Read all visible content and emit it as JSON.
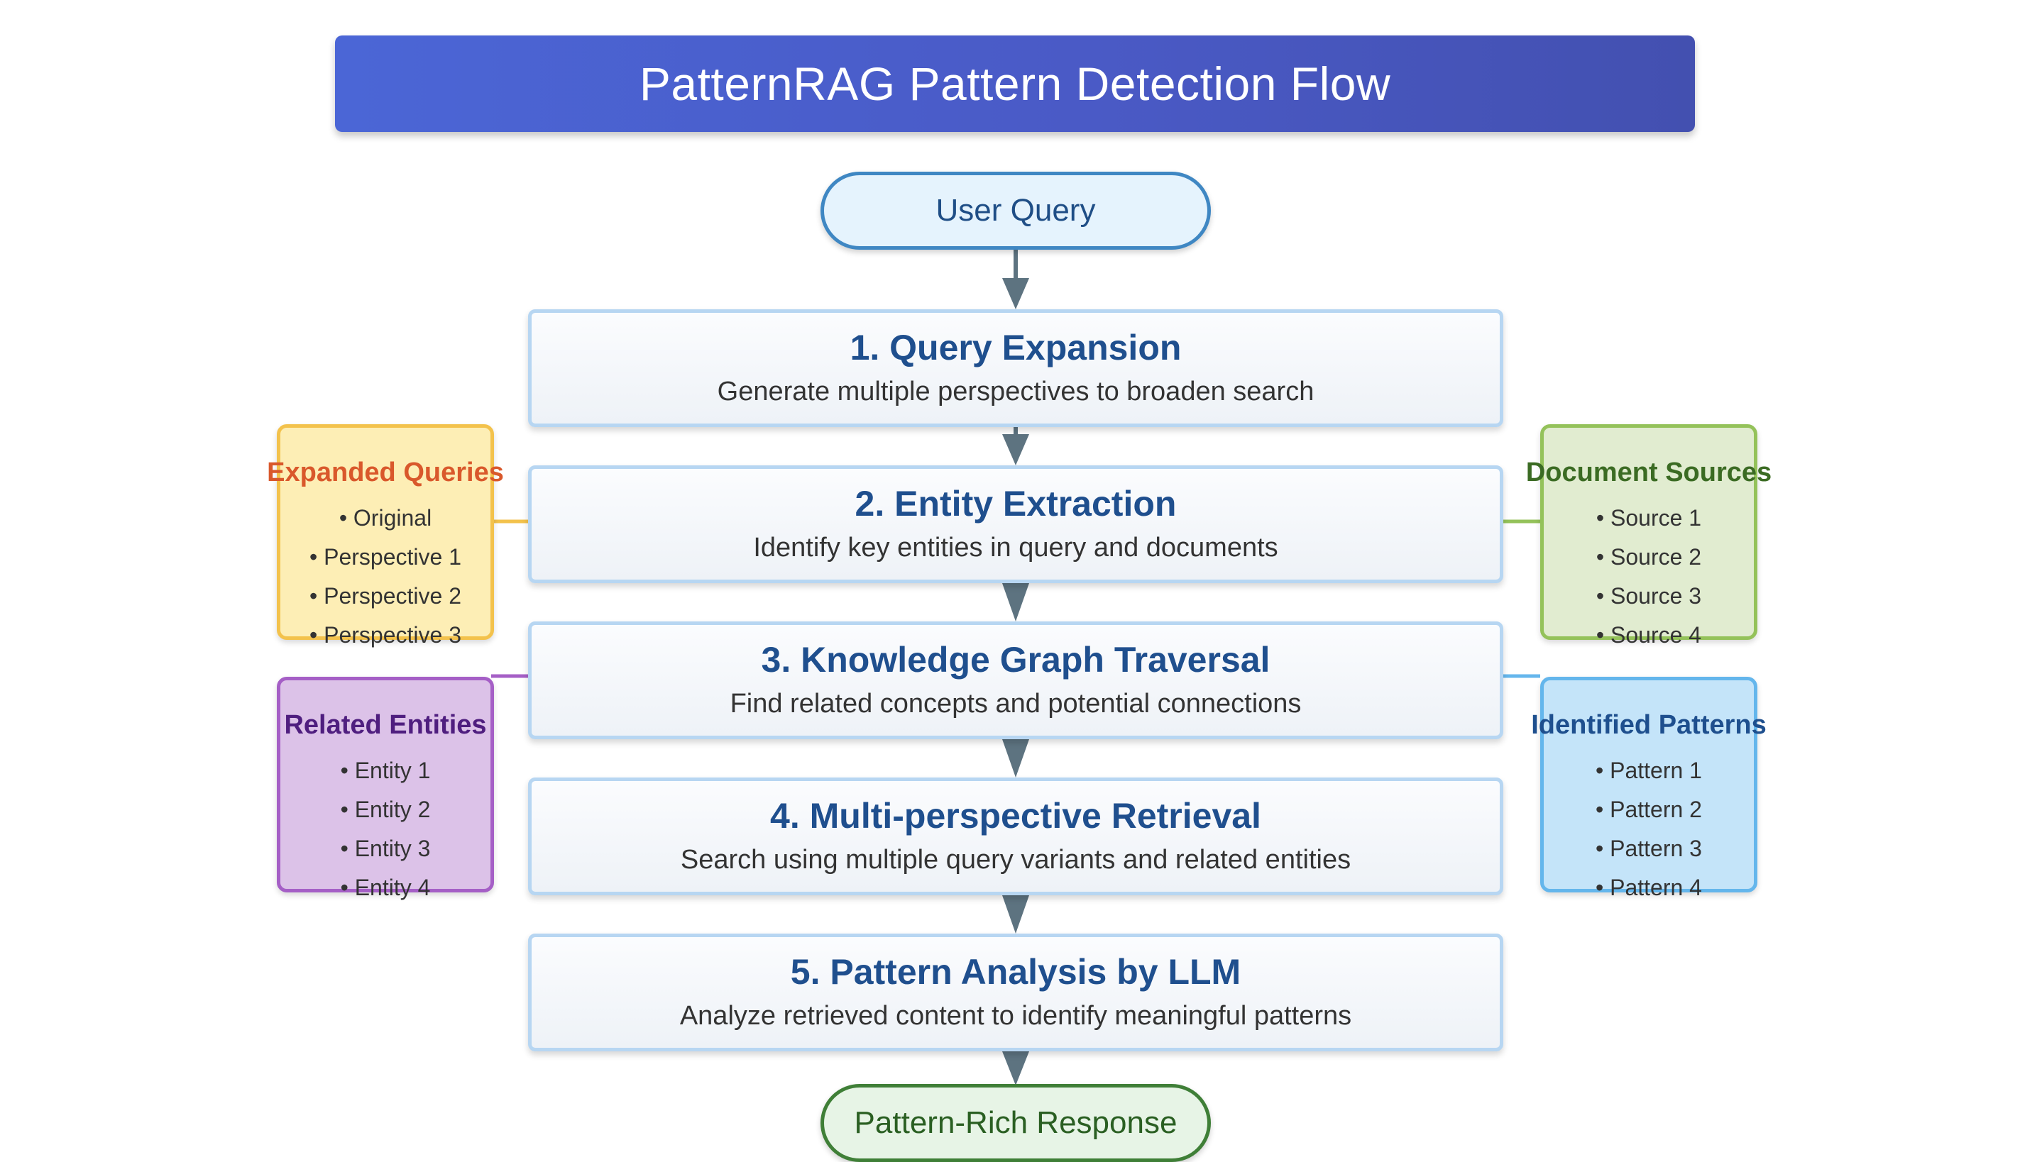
{
  "title": "PatternRAG Pattern Detection Flow",
  "start_node": {
    "label": "User Query"
  },
  "end_node": {
    "label": "Pattern-Rich Response"
  },
  "steps": [
    {
      "title": "1. Query Expansion",
      "description": "Generate multiple perspectives to broaden search"
    },
    {
      "title": "2. Entity Extraction",
      "description": "Identify key entities in query and documents"
    },
    {
      "title": "3. Knowledge Graph Traversal",
      "description": "Find related concepts and potential connections"
    },
    {
      "title": "4. Multi-perspective Retrieval",
      "description": "Search using multiple query variants and related entities"
    },
    {
      "title": "5. Pattern Analysis by LLM",
      "description": "Analyze retrieved content to identify meaningful patterns"
    }
  ],
  "side_panels": {
    "expanded_queries": {
      "title": "Expanded Queries",
      "items": [
        "• Original",
        "• Perspective 1",
        "• Perspective 2",
        "• Perspective 3"
      ],
      "accent": "#d9582b",
      "fill": "#fdeeb5",
      "border": "#f3c24c"
    },
    "document_sources": {
      "title": "Document Sources",
      "items": [
        "• Source 1",
        "• Source 2",
        "• Source 3",
        "• Source 4"
      ],
      "accent": "#3b6b23",
      "fill": "#e1ecd0",
      "border": "#94c25a"
    },
    "related_entities": {
      "title": "Related Entities",
      "items": [
        "• Entity 1",
        "• Entity 2",
        "• Entity 3",
        "• Entity 4"
      ],
      "accent": "#4f1e7f",
      "fill": "#dcc2e8",
      "border": "#a55fc6"
    },
    "identified_patterns": {
      "title": "Identified Patterns",
      "items": [
        "• Pattern 1",
        "• Pattern 2",
        "• Pattern 3",
        "• Pattern 4"
      ],
      "accent": "#1e4f8e",
      "fill": "#c4e4f9",
      "border": "#64b6ec"
    }
  },
  "colors": {
    "arrow": "#5d7380",
    "step_title": "#1f4f8e",
    "step_border": "#b7d6f2"
  }
}
